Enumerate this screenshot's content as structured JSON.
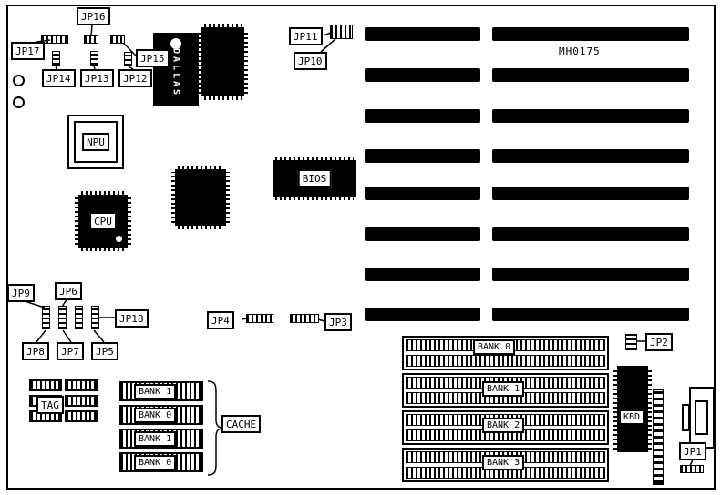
{
  "board": {
    "model": "MH0175"
  },
  "jumpers": {
    "jp1": "JP1",
    "jp2": "JP2",
    "jp3": "JP3",
    "jp4": "JP4",
    "jp5": "JP5",
    "jp6": "JP6",
    "jp7": "JP7",
    "jp8": "JP8",
    "jp9": "JP9",
    "jp10": "JP10",
    "jp11": "JP11",
    "jp12": "JP12",
    "jp13": "JP13",
    "jp14": "JP14",
    "jp15": "JP15",
    "jp16": "JP16",
    "jp17": "JP17",
    "jp18": "JP18"
  },
  "chips": {
    "npu": "NPU",
    "cpu": "CPU",
    "bios": "BIOS",
    "kbd": "KBD",
    "dallas": "DALLAS"
  },
  "tag": {
    "label": "TAG"
  },
  "cache": {
    "label": "CACHE",
    "banks": [
      "BANK 1",
      "BANK 0",
      "BANK 1",
      "BANK 0"
    ]
  },
  "memory": {
    "banks": [
      "BANK 0",
      "BANK 1",
      "BANK 2",
      "BANK 3"
    ]
  }
}
